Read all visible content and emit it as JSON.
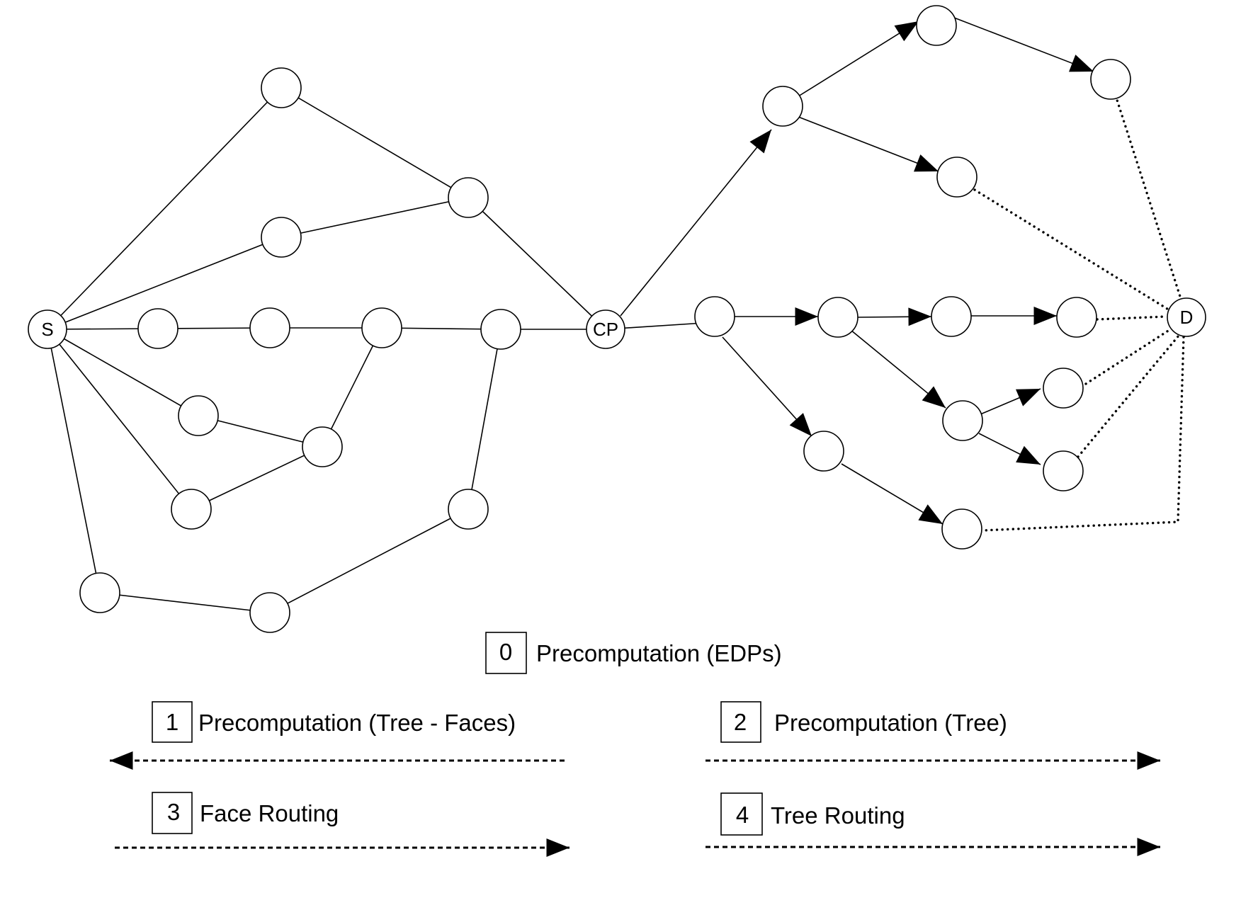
{
  "diagram": {
    "node_labels": {
      "source": "S",
      "checkpoint": "CP",
      "destination": "D"
    }
  },
  "legend": {
    "items": [
      {
        "number": "0",
        "label": "Precomputation (EDPs)"
      },
      {
        "number": "1",
        "label": "Precomputation (Tree - Faces)",
        "arrow_direction": "left"
      },
      {
        "number": "2",
        "label": "Precomputation (Tree)",
        "arrow_direction": "right"
      },
      {
        "number": "3",
        "label": "Face Routing",
        "arrow_direction": "right"
      },
      {
        "number": "4",
        "label": "Tree Routing",
        "arrow_direction": "right"
      }
    ]
  },
  "colors": {
    "stroke": "#000000",
    "background": "#ffffff"
  }
}
